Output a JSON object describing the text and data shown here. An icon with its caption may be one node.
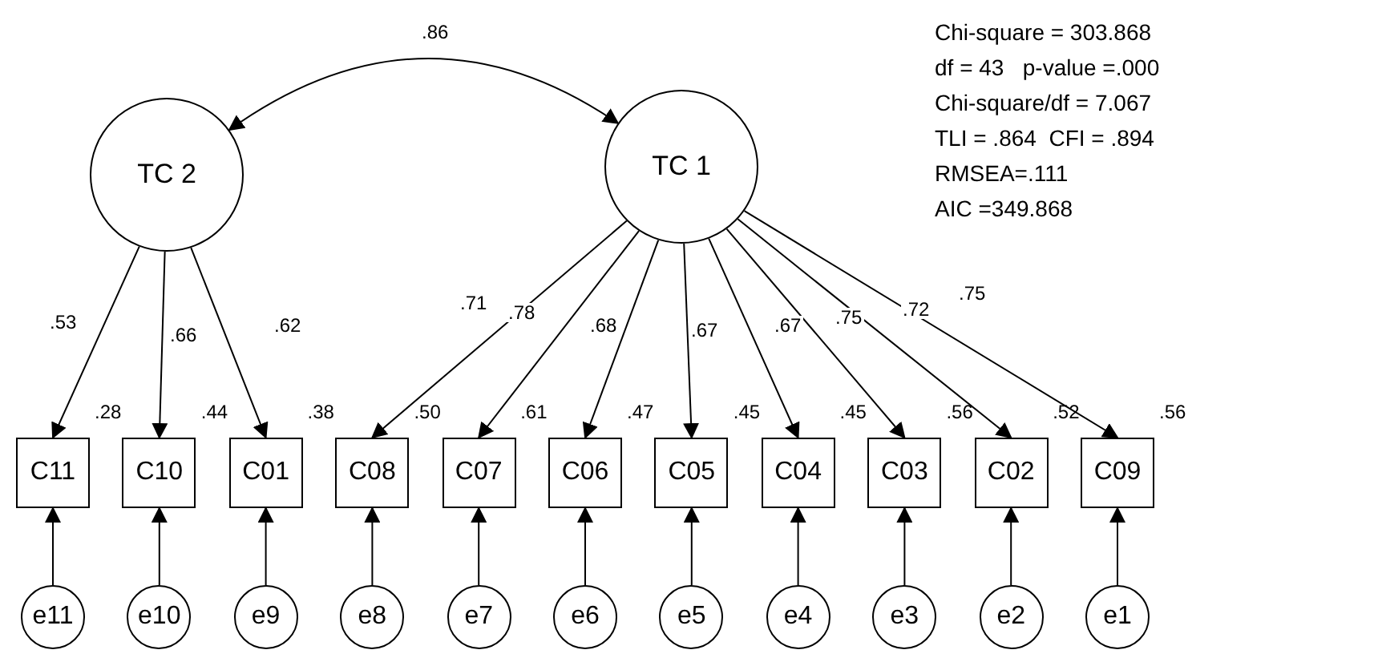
{
  "diagram": {
    "nodes": [
      {
        "text": [
          "TC 2"
        ]
      },
      {
        "text": [
          "TC 1"
        ]
      },
      {
        "text": [
          "C11"
        ],
        "beside": [
          ".28"
        ]
      },
      {
        "text": [
          "C10"
        ],
        "beside": [
          ".44"
        ]
      },
      {
        "text": [
          "C01"
        ],
        "beside": [
          ".38"
        ]
      },
      {
        "text": [
          "C08"
        ],
        "beside": [
          ".50"
        ]
      },
      {
        "text": [
          "C07"
        ],
        "beside": [
          ".61"
        ]
      },
      {
        "text": [
          "C06"
        ],
        "beside": [
          ".47"
        ]
      },
      {
        "text": [
          "C05"
        ],
        "beside": [
          ".45"
        ]
      },
      {
        "text": [
          "C04"
        ],
        "beside": [
          ".45"
        ]
      },
      {
        "text": [
          "C03"
        ],
        "beside": [
          ".56"
        ]
      },
      {
        "text": [
          "C02"
        ],
        "beside": [
          ".52"
        ]
      },
      {
        "text": [
          "C09"
        ],
        "beside": [
          ".56"
        ]
      },
      {
        "text": [
          "e11"
        ]
      },
      {
        "text": [
          "e10"
        ]
      },
      {
        "text": [
          "e9"
        ]
      },
      {
        "text": [
          "e8"
        ]
      },
      {
        "text": [
          "e7"
        ]
      },
      {
        "text": [
          "e6"
        ]
      },
      {
        "text": [
          "e5"
        ]
      },
      {
        "text": [
          "e4"
        ]
      },
      {
        "text": [
          "e3"
        ]
      },
      {
        "text": [
          "e2"
        ]
      },
      {
        "text": [
          "e1"
        ]
      }
    ],
    "edges": [
      {
        "from": 0,
        "to": 1,
        "arrow": "both",
        "label": ".86"
      },
      {
        "from": 0,
        "to": 2,
        "arrow": "to",
        "label": ".53"
      },
      {
        "from": 0,
        "to": 3,
        "arrow": "to",
        "label": ".66"
      },
      {
        "from": 0,
        "to": 4,
        "arrow": "to",
        "label": ".62"
      },
      {
        "from": 1,
        "to": 5,
        "arrow": "to",
        "label": ".71"
      },
      {
        "from": 1,
        "to": 6,
        "arrow": "to",
        "label": ".78"
      },
      {
        "from": 1,
        "to": 7,
        "arrow": "to",
        "label": ".68"
      },
      {
        "from": 1,
        "to": 8,
        "arrow": "to",
        "label": ".67"
      },
      {
        "from": 1,
        "to": 9,
        "arrow": "to",
        "label": ".67"
      },
      {
        "from": 1,
        "to": 10,
        "arrow": "to",
        "label": ".75"
      },
      {
        "from": 1,
        "to": 11,
        "arrow": "to",
        "label": ".72"
      },
      {
        "from": 1,
        "to": 12,
        "arrow": "to",
        "label": ".75"
      },
      {
        "from": 13,
        "to": 2,
        "arrow": "to"
      },
      {
        "from": 14,
        "to": 3,
        "arrow": "to"
      },
      {
        "from": 15,
        "to": 4,
        "arrow": "to"
      },
      {
        "from": 16,
        "to": 5,
        "arrow": "to"
      },
      {
        "from": 17,
        "to": 6,
        "arrow": "to"
      },
      {
        "from": 18,
        "to": 7,
        "arrow": "to"
      },
      {
        "from": 19,
        "to": 8,
        "arrow": "to"
      },
      {
        "from": 20,
        "to": 9,
        "arrow": "to"
      },
      {
        "from": 21,
        "to": 10,
        "arrow": "to"
      },
      {
        "from": 22,
        "to": 11,
        "arrow": "to"
      },
      {
        "from": 23,
        "to": 12,
        "arrow": "to"
      }
    ],
    "labels": [
      "Chi-square = 303.868",
      "df = 43   p-value =.000",
      "Chi-square/df = 7.067",
      "TLI = .864  CFI = .894",
      "RMSEA=.111",
      "AIC =349.868"
    ]
  }
}
